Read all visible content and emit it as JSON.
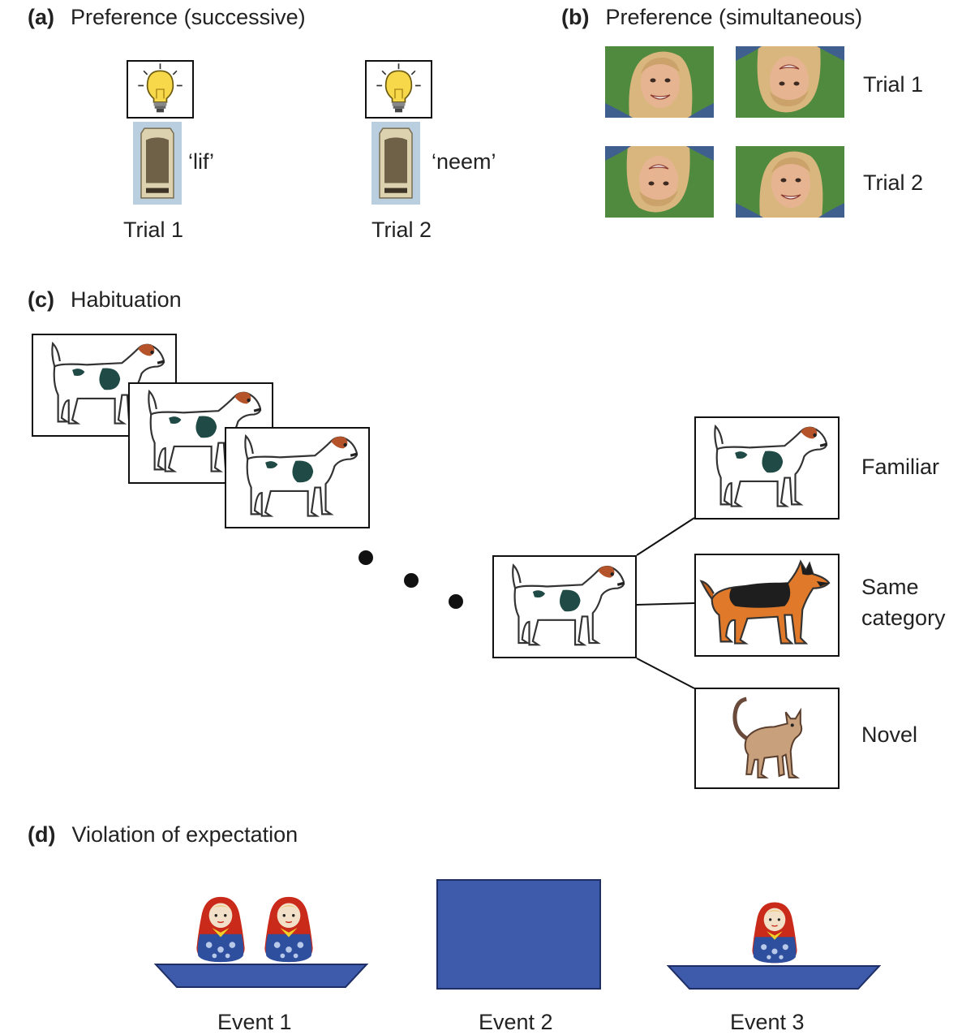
{
  "panel_a": {
    "letter": "(a)",
    "title": "Preference (successive)",
    "trials": [
      {
        "word": "‘lif’",
        "label": "Trial 1"
      },
      {
        "word": "‘neem’",
        "label": "Trial 2"
      }
    ]
  },
  "panel_b": {
    "letter": "(b)",
    "title": "Preference (simultaneous)",
    "rows": [
      {
        "label": "Trial 1"
      },
      {
        "label": "Trial 2"
      }
    ]
  },
  "panel_c": {
    "letter": "(c)",
    "title": "Habituation",
    "tests": [
      {
        "label": "Familiar"
      },
      {
        "label_line1": "Same",
        "label_line2": "category"
      },
      {
        "label": "Novel"
      }
    ]
  },
  "panel_d": {
    "letter": "(d)",
    "title": "Violation of expectation",
    "events": [
      {
        "label": "Event 1"
      },
      {
        "label": "Event 2"
      },
      {
        "label": "Event 3"
      }
    ],
    "colors": {
      "screen": "#3d5aab",
      "tray": "#3d5aab"
    }
  }
}
